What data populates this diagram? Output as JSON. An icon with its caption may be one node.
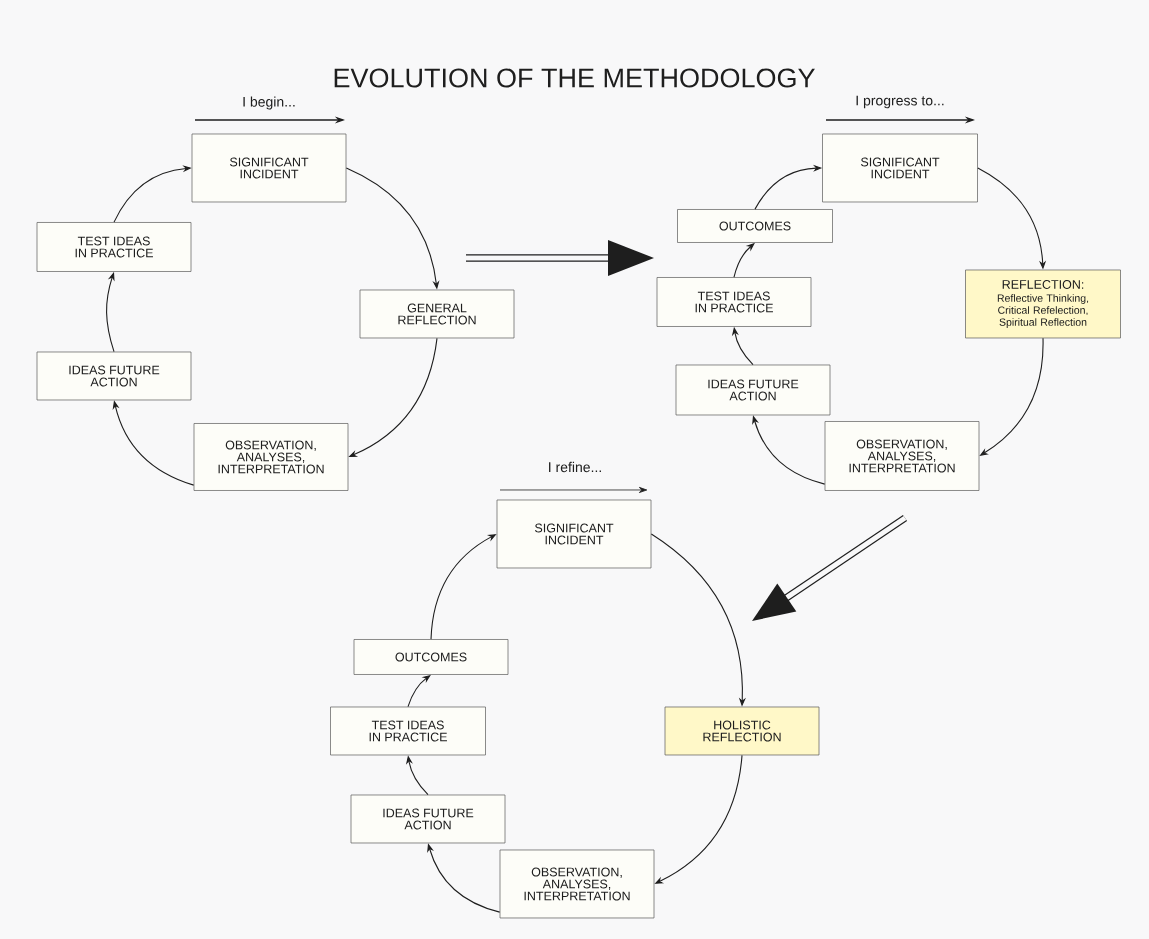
{
  "diagram": {
    "title": "EVOLUTION OF THE METHODOLOGY",
    "nodes": [
      {
        "text": [
          "SIGNIFICANT INCIDENT"
        ]
      },
      {
        "text": [
          "GENERAL REFLECTION"
        ]
      },
      {
        "text": [
          "OBSERVATION, ANALYSES, INTERPRETATION"
        ]
      },
      {
        "text": [
          "IDEAS FUTURE ACTION"
        ]
      },
      {
        "text": [
          "TEST IDEAS IN PRACTICE"
        ]
      },
      {
        "text": [
          "SIGNIFICANT INCIDENT"
        ]
      },
      {
        "text": [
          "REFLECTION:",
          "Reflective Thinking, Critical Refelection, Spiritual Reflection"
        ]
      },
      {
        "text": [
          "OBSERVATION, ANALYSES, INTERPRETATION"
        ]
      },
      {
        "text": [
          "IDEAS FUTURE ACTION"
        ]
      },
      {
        "text": [
          "TEST IDEAS IN PRACTICE"
        ]
      },
      {
        "text": [
          "OUTCOMES"
        ]
      },
      {
        "text": [
          "SIGNIFICANT INCIDENT"
        ]
      },
      {
        "text": [
          "HOLISTIC REFLECTION"
        ]
      },
      {
        "text": [
          "OBSERVATION, ANALYSES, INTERPRETATION"
        ]
      },
      {
        "text": [
          "IDEAS FUTURE ACTION"
        ]
      },
      {
        "text": [
          "TEST IDEAS IN PRACTICE"
        ]
      },
      {
        "text": [
          "OUTCOMES"
        ]
      }
    ],
    "edges": [
      {
        "from": 0,
        "to": 1,
        "arrow": "to"
      },
      {
        "from": 1,
        "to": 2,
        "arrow": "to"
      },
      {
        "from": 2,
        "to": 3,
        "arrow": "to"
      },
      {
        "from": 3,
        "to": 4,
        "arrow": "to"
      },
      {
        "from": 4,
        "to": 0,
        "arrow": "to"
      },
      {
        "from": 5,
        "to": 6,
        "arrow": "to"
      },
      {
        "from": 6,
        "to": 7,
        "arrow": "to"
      },
      {
        "from": 7,
        "to": 8,
        "arrow": "to"
      },
      {
        "from": 8,
        "to": 9,
        "arrow": "to"
      },
      {
        "from": 9,
        "to": 10,
        "arrow": "to"
      },
      {
        "from": 10,
        "to": 5,
        "arrow": "to"
      },
      {
        "from": 11,
        "to": 12,
        "arrow": "to"
      },
      {
        "from": 12,
        "to": 13,
        "arrow": "to"
      },
      {
        "from": 13,
        "to": 14,
        "arrow": "to"
      },
      {
        "from": 14,
        "to": 15,
        "arrow": "to"
      },
      {
        "from": 15,
        "to": 16,
        "arrow": "to"
      },
      {
        "from": 16,
        "to": 11,
        "arrow": "to"
      }
    ],
    "labels": [
      "I begin...",
      "I progress to...",
      "I refine..."
    ]
  }
}
